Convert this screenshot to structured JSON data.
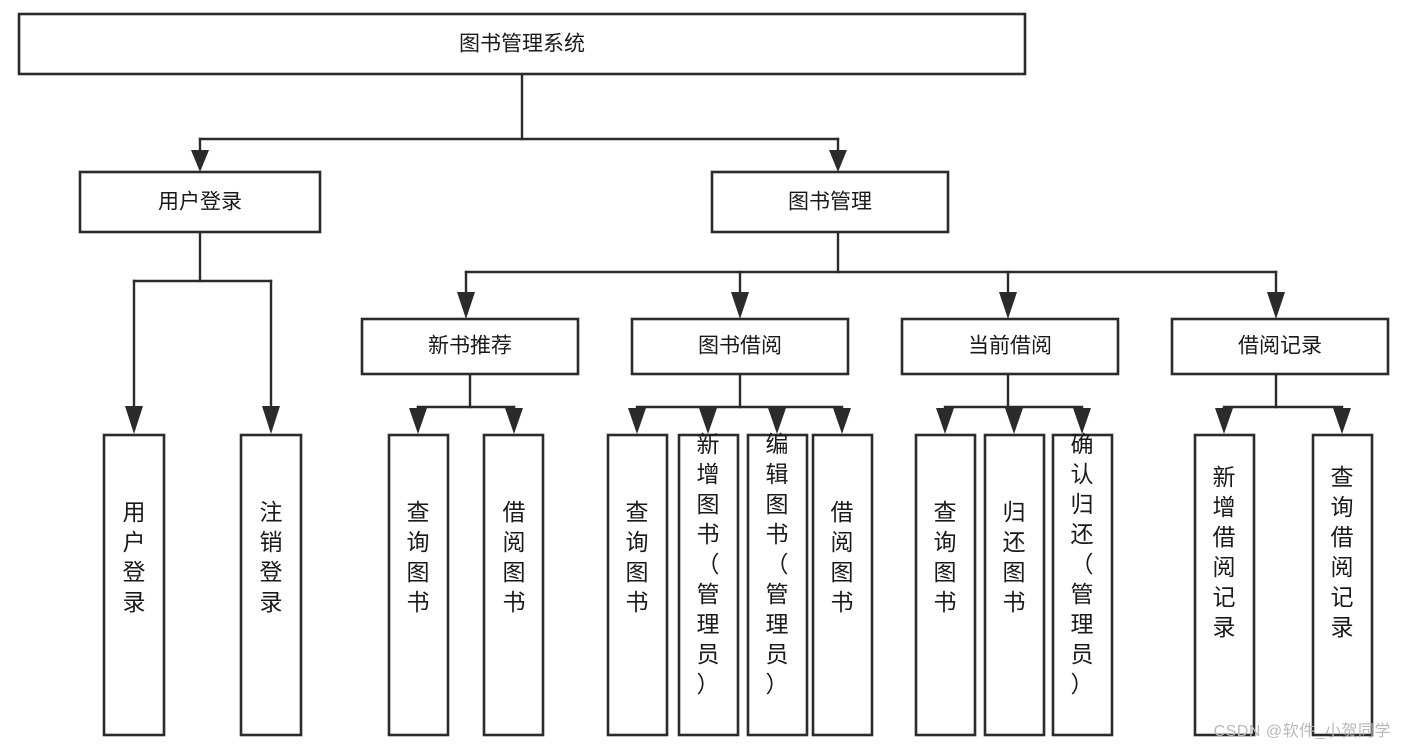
{
  "diagram": {
    "type": "tree",
    "title": "图书管理系统",
    "orientation": "top-down",
    "watermark": "CSDN @软件_小贺同学",
    "colors": {
      "box_stroke": "#2b2b2b",
      "box_fill": "#ffffff",
      "connector": "#2b2b2b",
      "text": "#1a1a1a",
      "background": "#ffffff",
      "watermark": "#b9b9b9"
    },
    "root": {
      "label": "图书管理系统"
    },
    "level2": [
      {
        "label": "用户登录"
      },
      {
        "label": "图书管理"
      }
    ],
    "level3": [
      {
        "label": "新书推荐"
      },
      {
        "label": "图书借阅"
      },
      {
        "label": "当前借阅"
      },
      {
        "label": "借阅记录"
      }
    ],
    "leaves": {
      "user_login": [
        {
          "label": "用户登录"
        },
        {
          "label": "注销登录"
        }
      ],
      "new_book_recommend": [
        {
          "label": "查询图书"
        },
        {
          "label": "借阅图书"
        }
      ],
      "book_borrow": [
        {
          "label": "查询图书"
        },
        {
          "label": "新增图书（管理员）"
        },
        {
          "label": "编辑图书（管理员）"
        },
        {
          "label": "借阅图书"
        }
      ],
      "current_borrow": [
        {
          "label": "查询图书"
        },
        {
          "label": "归还图书"
        },
        {
          "label": "确认归还（管理员）"
        }
      ],
      "borrow_record": [
        {
          "label": "新增借阅记录"
        },
        {
          "label": "查询借阅记录"
        }
      ]
    }
  }
}
